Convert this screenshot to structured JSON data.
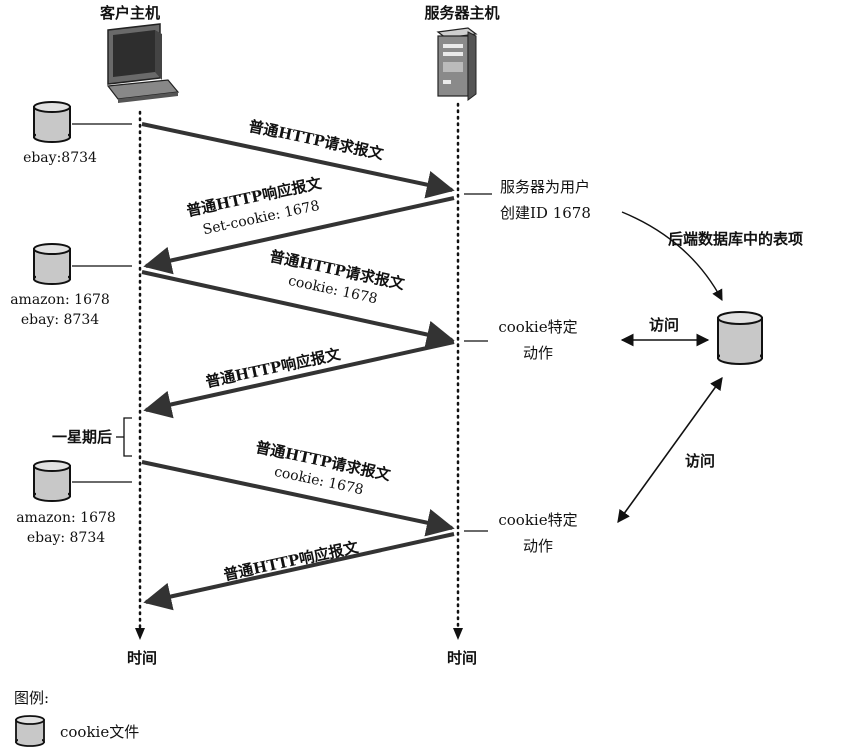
{
  "hosts": {
    "client": "客户主机",
    "server": "服务器主机"
  },
  "time_labels": {
    "client": "时间",
    "server": "时间"
  },
  "client_cookies": {
    "c1": [
      "ebay:8734"
    ],
    "c2": [
      "amazon: 1678",
      "ebay: 8734"
    ],
    "c3": [
      "amazon: 1678",
      "ebay: 8734"
    ]
  },
  "messages": {
    "m1": {
      "line1": "普通HTTP请求报文"
    },
    "m2": {
      "line1": "普通HTTP响应报文",
      "line2": "Set-cookie: 1678"
    },
    "m3": {
      "line1": "普通HTTP请求报文",
      "line2": "cookie: 1678"
    },
    "m4": {
      "line1": "普通HTTP响应报文"
    },
    "m5": {
      "line1": "普通HTTP请求报文",
      "line2": "cookie: 1678"
    },
    "m6": {
      "line1": "普通HTTP响应报文"
    }
  },
  "server_notes": {
    "create": [
      "服务器为用户",
      "创建ID 1678"
    ],
    "action1": [
      "cookie特定",
      "动作"
    ],
    "action2": [
      "cookie特定",
      "动作"
    ]
  },
  "backend_db_label": "后端数据库中的表项",
  "access_labels": {
    "a1": "访问",
    "a2": "访问"
  },
  "one_week_later": "一星期后",
  "legend": {
    "title": "图例:",
    "item": "cookie文件"
  }
}
